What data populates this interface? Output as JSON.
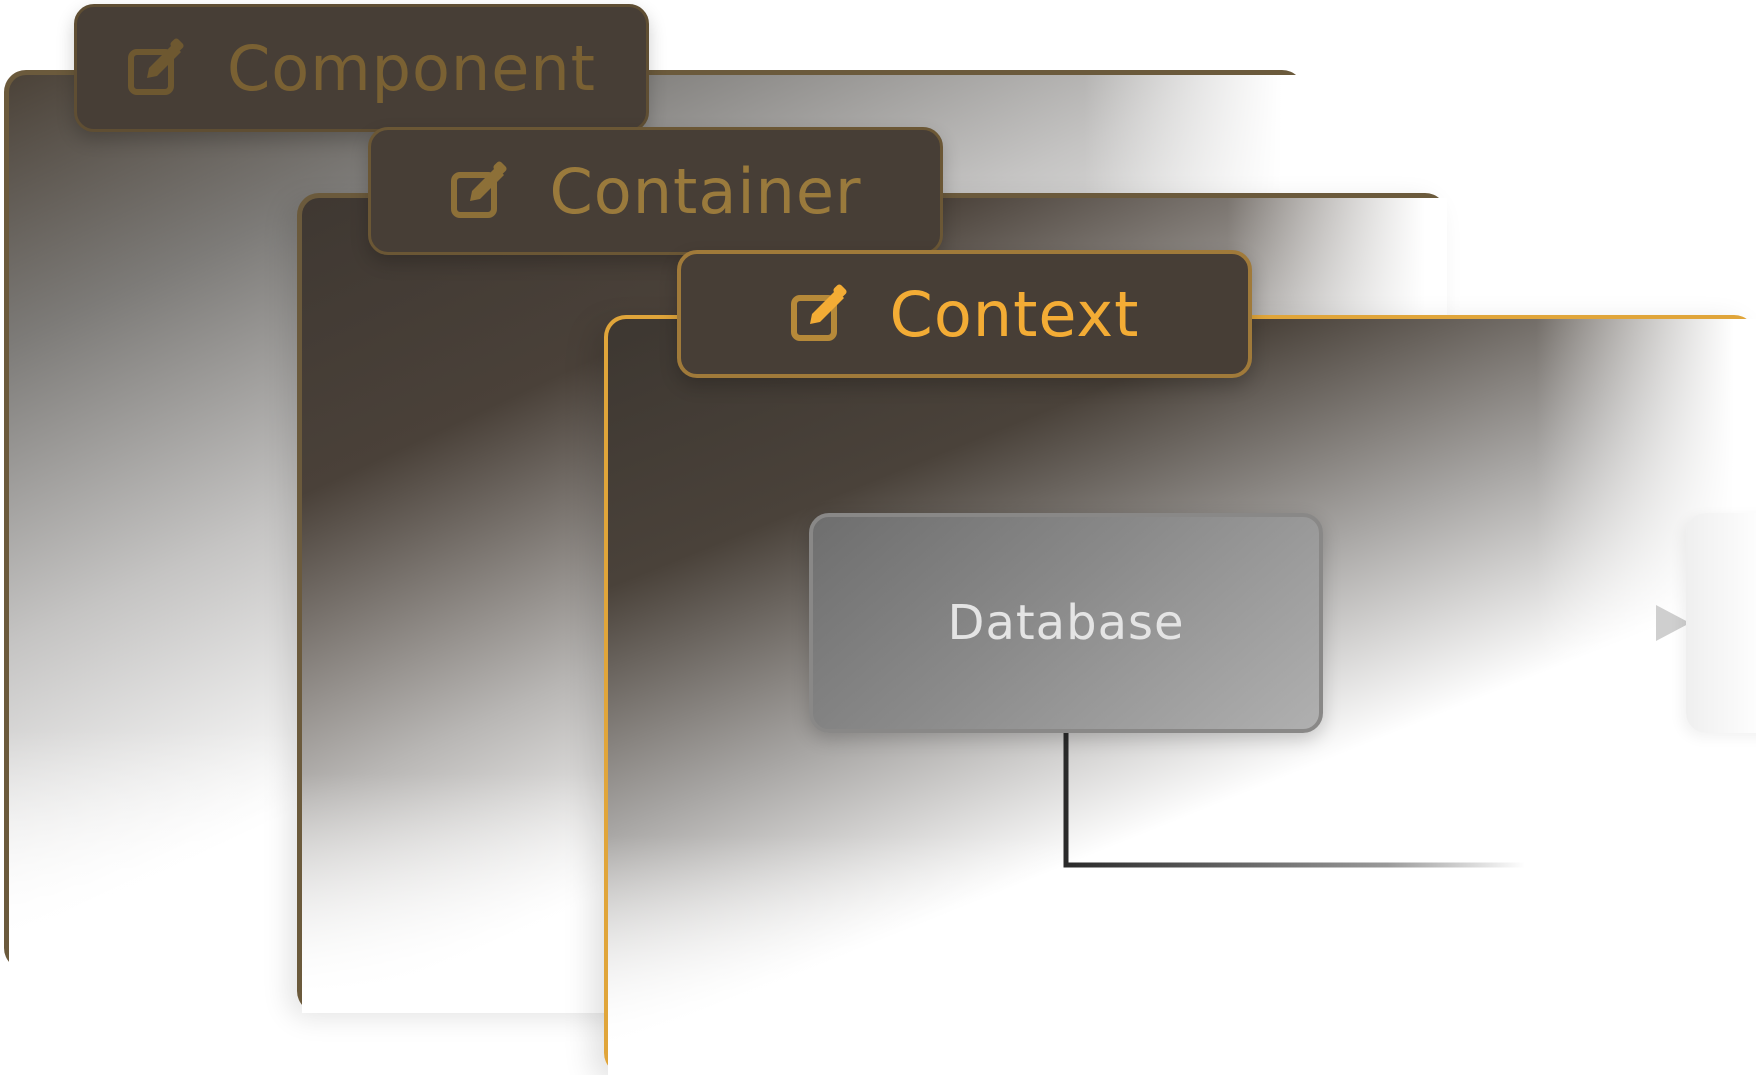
{
  "layers": [
    {
      "id": "component",
      "label": "Component",
      "icon": "edit-icon"
    },
    {
      "id": "container",
      "label": "Container",
      "icon": "edit-icon"
    },
    {
      "id": "context",
      "label": "Context",
      "icon": "edit-icon",
      "active": true
    }
  ],
  "nodes": [
    {
      "id": "database",
      "label": "Database"
    }
  ],
  "colors": {
    "accent": "#f3ac35",
    "tab_background": "#473e36",
    "node_fill": "#8a8a8a",
    "node_text": "#e4e4e4"
  }
}
